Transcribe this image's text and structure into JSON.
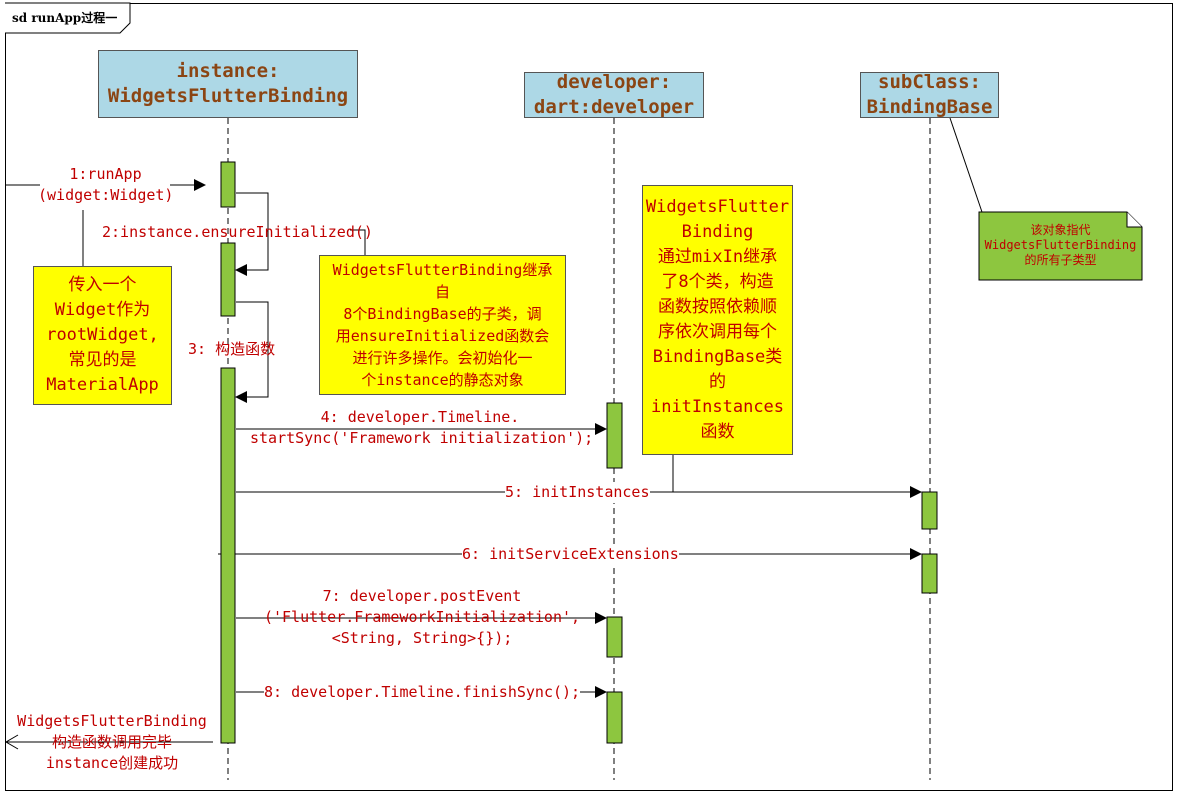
{
  "frame": {
    "title": "sd runApp过程一"
  },
  "lifelines": [
    {
      "id": "widgets",
      "line1": "instance:",
      "line2": "WidgetsFlutterBinding"
    },
    {
      "id": "developer",
      "line1": "developer:",
      "line2": "dart:developer"
    },
    {
      "id": "subclass",
      "line1": "subClass:",
      "line2": "BindingBase"
    }
  ],
  "messages": {
    "m1": {
      "line1": "1:runApp",
      "line2": "(widget:Widget)"
    },
    "m2": {
      "text": "2:instance.ensureInitialized()"
    },
    "m3": {
      "text": "3: 构造函数"
    },
    "m4": {
      "line1": "4: developer.Timeline.",
      "line2": "startSync('Framework initialization');"
    },
    "m5": {
      "text": "5: initInstances"
    },
    "m6": {
      "text": "6: initServiceExtensions"
    },
    "m7": {
      "line1": "7: developer.postEvent",
      "line2": "('Flutter.FrameworkInitialization',",
      "line3": "<String, String>{});"
    },
    "m8": {
      "text": "8: developer.Timeline.finishSync();"
    },
    "return": {
      "line1": "WidgetsFlutterBinding",
      "line2": "构造函数调用完毕",
      "line3": "instance创建成功"
    }
  },
  "notes": {
    "widget_note": {
      "lines": [
        "传入一个",
        "Widget作为",
        "rootWidget,",
        "常见的是",
        "MaterialApp"
      ]
    },
    "ensure_note": {
      "lines": [
        "WidgetsFlutterBinding继承",
        "自",
        "8个BindingBase的子类，调",
        "用ensureInitialized函数会",
        "进行许多操作。会初始化一",
        "个instance的静态对象"
      ]
    },
    "mixin_note": {
      "lines": [
        "WidgetsFlutter",
        "Binding",
        "通过mixIn继承",
        "了8个类，构造",
        "函数按照依赖顺",
        "序依次调用每个",
        "BindingBase类",
        "的",
        "initInstances",
        "函数"
      ]
    },
    "subclass_note": {
      "lines": [
        "该对象指代",
        "WidgetsFlutterBinding",
        "的所有子类型"
      ]
    }
  },
  "colors": {
    "lifeline_fill": "#add8e6",
    "lifeline_text": "#8b4513",
    "message_text": "#c00000",
    "activation_fill": "#8dc63f",
    "note_yellow": "#ffff00",
    "note_green": "#8dc63f"
  }
}
